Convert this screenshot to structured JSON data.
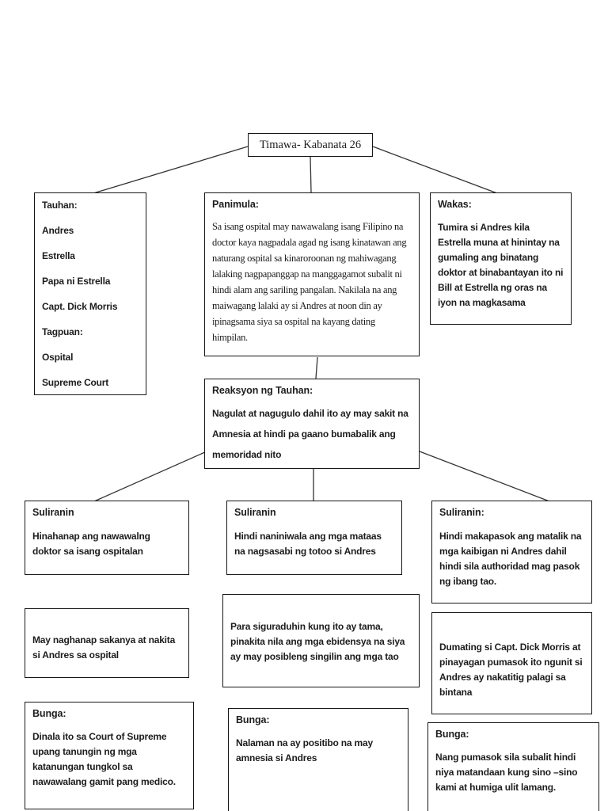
{
  "page": {
    "background_color": "#ffffff",
    "text_color": "#1d1d1d",
    "border_color": "#161616",
    "connector_color": "#333333"
  },
  "main_title": {
    "label": "Timawa- Kabanata 26"
  },
  "tauhan": {
    "lines": [
      "Tauhan:",
      "Andres",
      "Estrella",
      "Papa ni Estrella",
      "Capt. Dick Morris",
      "Tagpuan:",
      "Ospital",
      "Supreme Court"
    ]
  },
  "panimula": {
    "title": "Panimula:",
    "body": "Sa isang ospital may nawawalang isang Filipino na doctor kaya nagpadala agad ng isang kinatawan ang naturang ospital sa kinaroroonan ng mahiwagang lalaking nagpapanggap na manggagamot subalit ni hindi alam ang sariling pangalan. Nakilala na ang maiwagang lalaki ay si Andres at noon din ay ipinagsama siya sa ospital na kayang dating himpilan."
  },
  "wakas": {
    "title": "Wakas:",
    "body": "Tumira si Andres kila Estrella muna at hinintay na gumaling ang binatang doktor at binabantayan ito ni Bill at Estrella ng oras na iyon na magkasama"
  },
  "reaksyon": {
    "title": "Reaksyon ng Tauhan:",
    "body": "Nagulat at nagugulo dahil ito ay may sakit na Amnesia at hindi pa gaano bumabalik ang memoridad nito"
  },
  "suliranin_left": {
    "title": "Suliranin",
    "body": "Hinahanap ang nawawalng doktor sa isang ospitalan"
  },
  "suliranin_center": {
    "title": "Suliranin",
    "body": "Hindi naniniwala ang mga mataas na nagsasabi ng totoo si Andres"
  },
  "suliranin_right": {
    "title": "Suliranin:",
    "body": "Hindi makapasok ang matalik na mga kaibigan ni Andres dahil hindi sila authoridad mag pasok ng ibang tao."
  },
  "detail_left": {
    "body": "May naghanap sakanya at nakita si Andres sa ospital"
  },
  "detail_center": {
    "body": "Para siguraduhin kung ito ay tama, pinakita nila ang mga ebidensya na siya ay may posibleng singilin ang mga tao"
  },
  "detail_right": {
    "body": "Dumating si Capt. Dick Morris at pinayagan pumasok ito ngunit si Andres ay nakatitig palagi sa bintana"
  },
  "bunga_left": {
    "title": "Bunga:",
    "body": "Dinala ito sa Court of Supreme upang tanungin ng mga katanungan tungkol sa nawawalang gamit pang medico."
  },
  "bunga_center": {
    "title": "Bunga:",
    "body": "Nalaman na ay positibo na may amnesia si Andres"
  },
  "bunga_right": {
    "title": "Bunga:",
    "body": "Nang pumasok sila subalit hindi niya matandaan kung sino –sino kami at humiga ulit lamang."
  }
}
